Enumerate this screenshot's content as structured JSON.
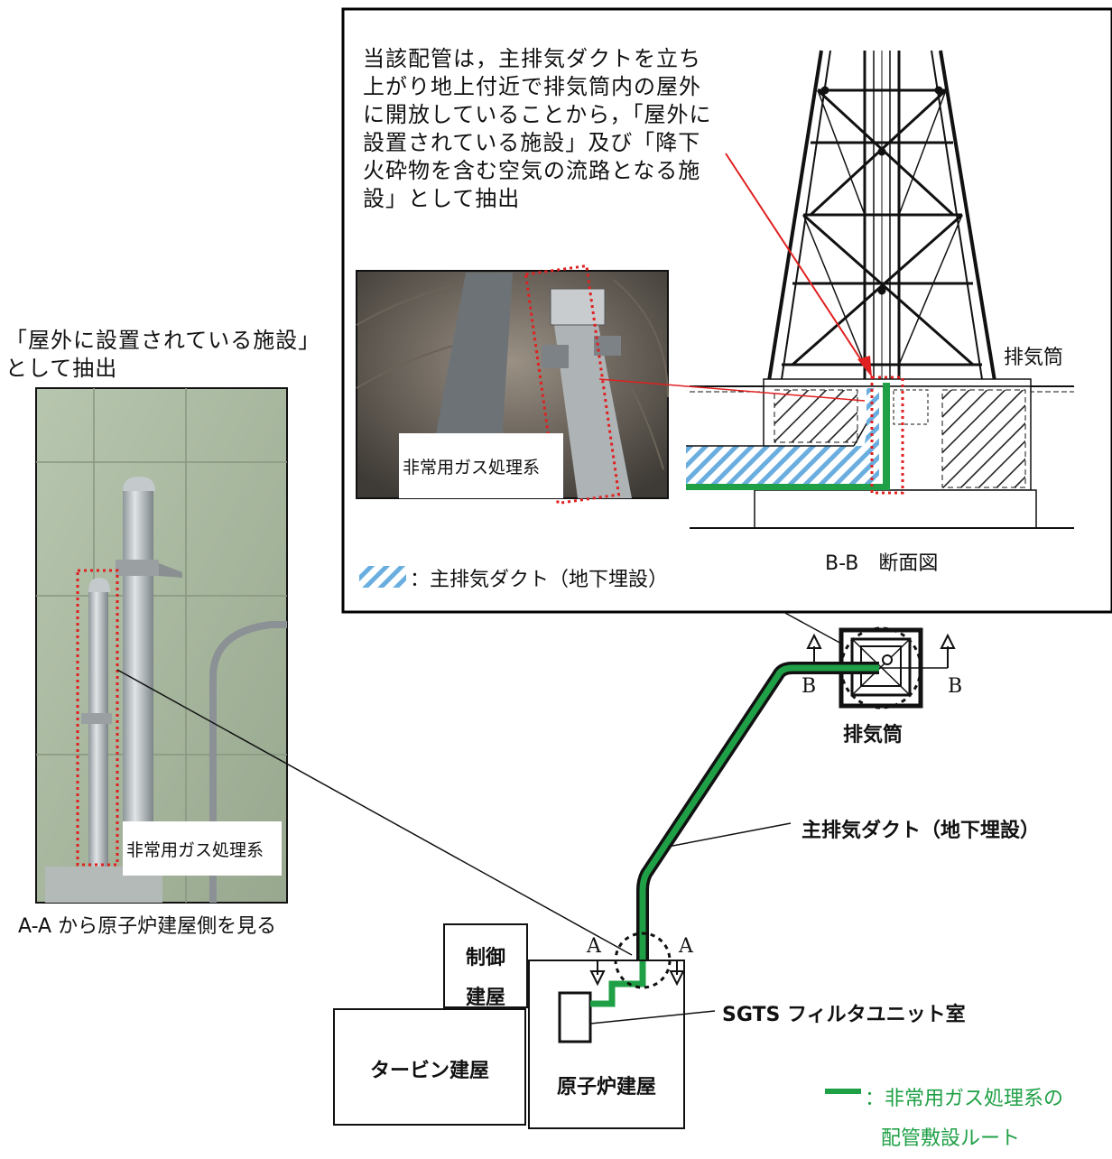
{
  "top_note": [
    "当該配管は，主排気ダクトを立ち",
    "上がり地上付近で排気筒内の屋外",
    "に開放していることから，「屋外に",
    "設置されている施設」及び「降下",
    "火砕物を含む空気の流路となる施",
    "設」として抽出"
  ],
  "left_note": [
    "「屋外に設置されている施設」",
    "として抽出"
  ],
  "photo_left_label": "非常用ガス処理系",
  "photo_left_caption": "A-A から原子炉建屋側を見る",
  "photo_top_label": "非常用ガス処理系",
  "stack_label_section": "排気筒",
  "section_caption": "B-B　断面図",
  "legend_duct": "：主排気ダクト（地下埋設）",
  "stack_label_plan": "排気筒",
  "duct_label": "主排気ダクト（地下埋設）",
  "sgts_label": "SGTS フィルタユニット室",
  "control_bldg": [
    "制御",
    "建屋"
  ],
  "turbine_bldg": "タービン建屋",
  "reactor_bldg": "原子炉建屋",
  "legend_pipe": [
    "：非常用ガス処理系の",
    "配管敷設ルート"
  ],
  "mark_a": "A",
  "mark_b": "B",
  "colors": {
    "pipe_green": "#1fa046",
    "red_dotted": "#e02020",
    "duct_blue": "#6aaee0",
    "wall_green": "#a8b8a0"
  }
}
